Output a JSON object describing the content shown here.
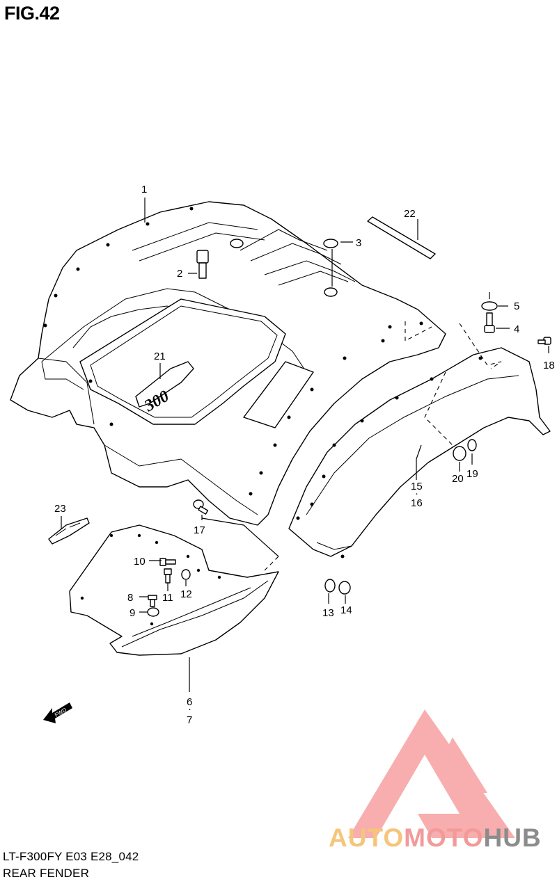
{
  "figure": {
    "title": "FIG.42",
    "model_code": "LT-F300FY E03 E28_042",
    "section": "REAR FENDER"
  },
  "watermark": {
    "brand_parts": [
      "AUTO",
      "MOTO",
      "HUB"
    ],
    "colors": {
      "auto": "#f5c57a",
      "moto": "#f29a9a",
      "hub": "#8c8c8c",
      "logo": "#f7a0a0"
    }
  },
  "labels": {
    "decal_number": "300",
    "fwd_arrow": "FWD"
  },
  "callouts": [
    {
      "id": "1",
      "text": "1"
    },
    {
      "id": "2",
      "text": "2"
    },
    {
      "id": "3",
      "text": "3"
    },
    {
      "id": "4",
      "text": "4"
    },
    {
      "id": "5",
      "text": "5"
    },
    {
      "id": "6",
      "text": "6"
    },
    {
      "id": "6dot",
      "text": "·"
    },
    {
      "id": "7",
      "text": "7"
    },
    {
      "id": "8",
      "text": "8"
    },
    {
      "id": "9",
      "text": "9"
    },
    {
      "id": "10",
      "text": "10"
    },
    {
      "id": "11",
      "text": "11"
    },
    {
      "id": "12",
      "text": "12"
    },
    {
      "id": "13",
      "text": "13"
    },
    {
      "id": "14",
      "text": "14"
    },
    {
      "id": "15",
      "text": "15"
    },
    {
      "id": "15dot",
      "text": "·"
    },
    {
      "id": "16",
      "text": "16"
    },
    {
      "id": "17",
      "text": "17"
    },
    {
      "id": "18",
      "text": "18"
    },
    {
      "id": "19",
      "text": "19"
    },
    {
      "id": "20",
      "text": "20"
    },
    {
      "id": "21",
      "text": "21"
    },
    {
      "id": "22",
      "text": "22"
    },
    {
      "id": "23",
      "text": "23"
    }
  ]
}
